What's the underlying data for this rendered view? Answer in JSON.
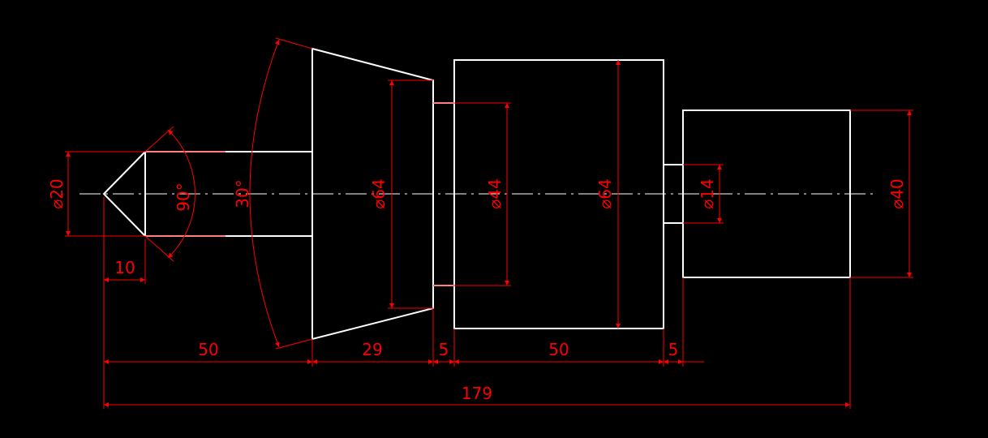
{
  "colors": {
    "background": "#000000",
    "part_outline": "#ffffff",
    "dimension": "#ff0000"
  },
  "dimensions": {
    "diameter_tip": "⌀20",
    "tip_length": "10",
    "tip_angle": "90°",
    "taper_angle": "30°",
    "diameter_taper": "⌀64",
    "diameter_neck_1": "⌀44",
    "diameter_body": "⌀64",
    "diameter_neck_2": "⌀14",
    "diameter_end": "⌀40",
    "length_1": "50",
    "length_2": "29",
    "length_3": "5",
    "length_4": "50",
    "length_5": "5",
    "overall_length": "179"
  }
}
